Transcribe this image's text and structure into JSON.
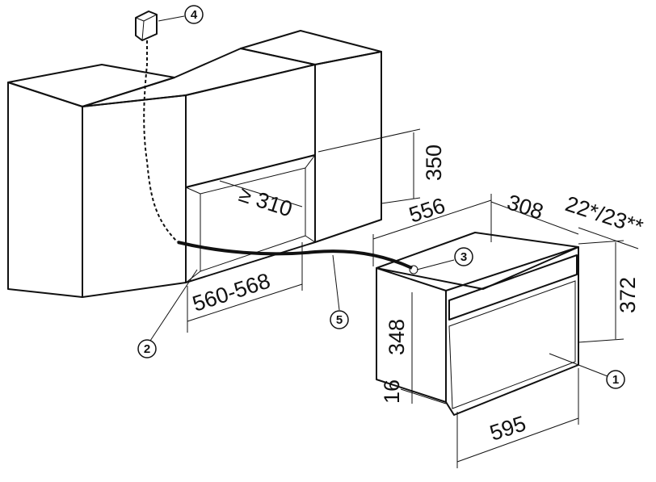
{
  "colors": {
    "cabinet_front": "#b1b1b1",
    "cabinet_top": "#8e8e8e",
    "cabinet_side": "#9d9d9d",
    "niche_inner": "#d9d9d9",
    "appliance_fill": "#ffffff",
    "line": "#111111"
  },
  "dimensions": {
    "niche_height": "350",
    "niche_depth": "≥ 310",
    "niche_width": "560-568",
    "appliance_depth": "556",
    "cavity_depth": "308",
    "front_thickness": "22*/23**",
    "front_height": "372",
    "body_height": "348",
    "bottom_offset": "16",
    "front_width": "595"
  },
  "callouts": [
    "1",
    "2",
    "3",
    "4",
    "5"
  ]
}
